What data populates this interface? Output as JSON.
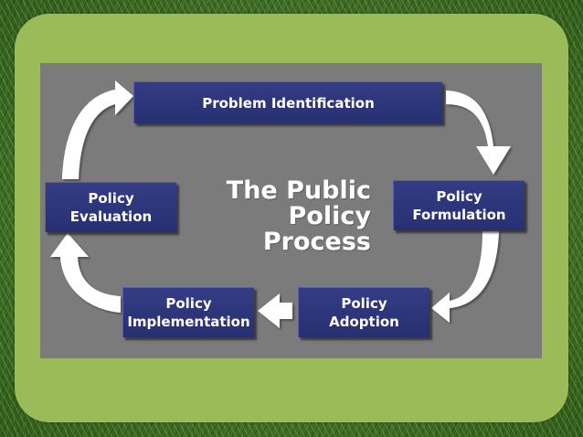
{
  "title": {
    "line1": "The Public",
    "line2": "Policy Process"
  },
  "steps": {
    "problem_identification": {
      "line1": "Problem Identification"
    },
    "policy_formulation": {
      "line1": "Policy",
      "line2": "Formulation"
    },
    "policy_adoption": {
      "line1": "Policy",
      "line2": "Adoption"
    },
    "policy_implementation": {
      "line1": "Policy",
      "line2": "Implementation"
    },
    "policy_evaluation": {
      "line1": "Policy",
      "line2": "Evaluation"
    }
  },
  "colors": {
    "frame": "#9bbb59",
    "panel": "#7b7b7b",
    "box": "#2d3579",
    "arrow": "#ffffff",
    "text": "#ffffff"
  }
}
